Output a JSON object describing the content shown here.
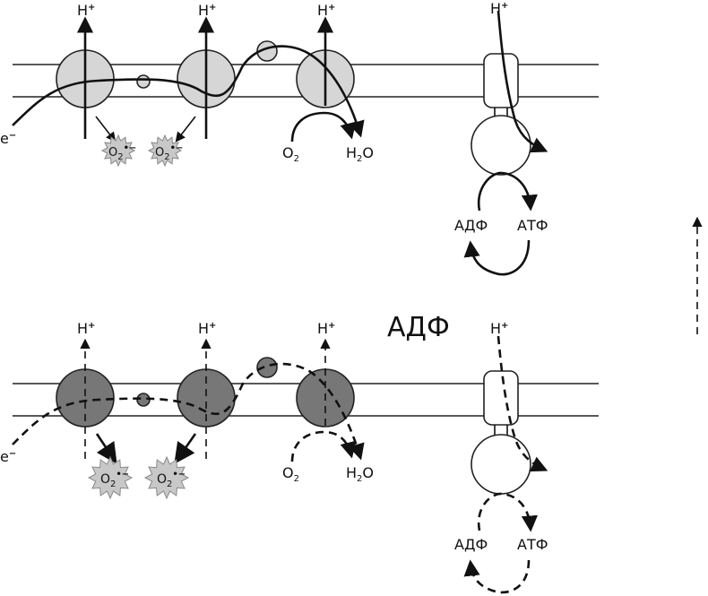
{
  "labels": {
    "proton": "H",
    "proton_charge": "+",
    "electron": "e",
    "electron_charge": "−",
    "oxygen": "O",
    "oxygen_sub": "2",
    "superoxide": "O",
    "superoxide_sub": "2",
    "superoxide_sup": "•−",
    "water_h": "H",
    "water_sub": "2",
    "water_o": "O",
    "adp": "АДФ",
    "atp": "АТФ",
    "adp_large": "АДФ"
  },
  "colors": {
    "complex_light": "#d6d6d6",
    "complex_dark": "#777777",
    "starburst": "#c8c8c8",
    "stroke": "#111111"
  }
}
